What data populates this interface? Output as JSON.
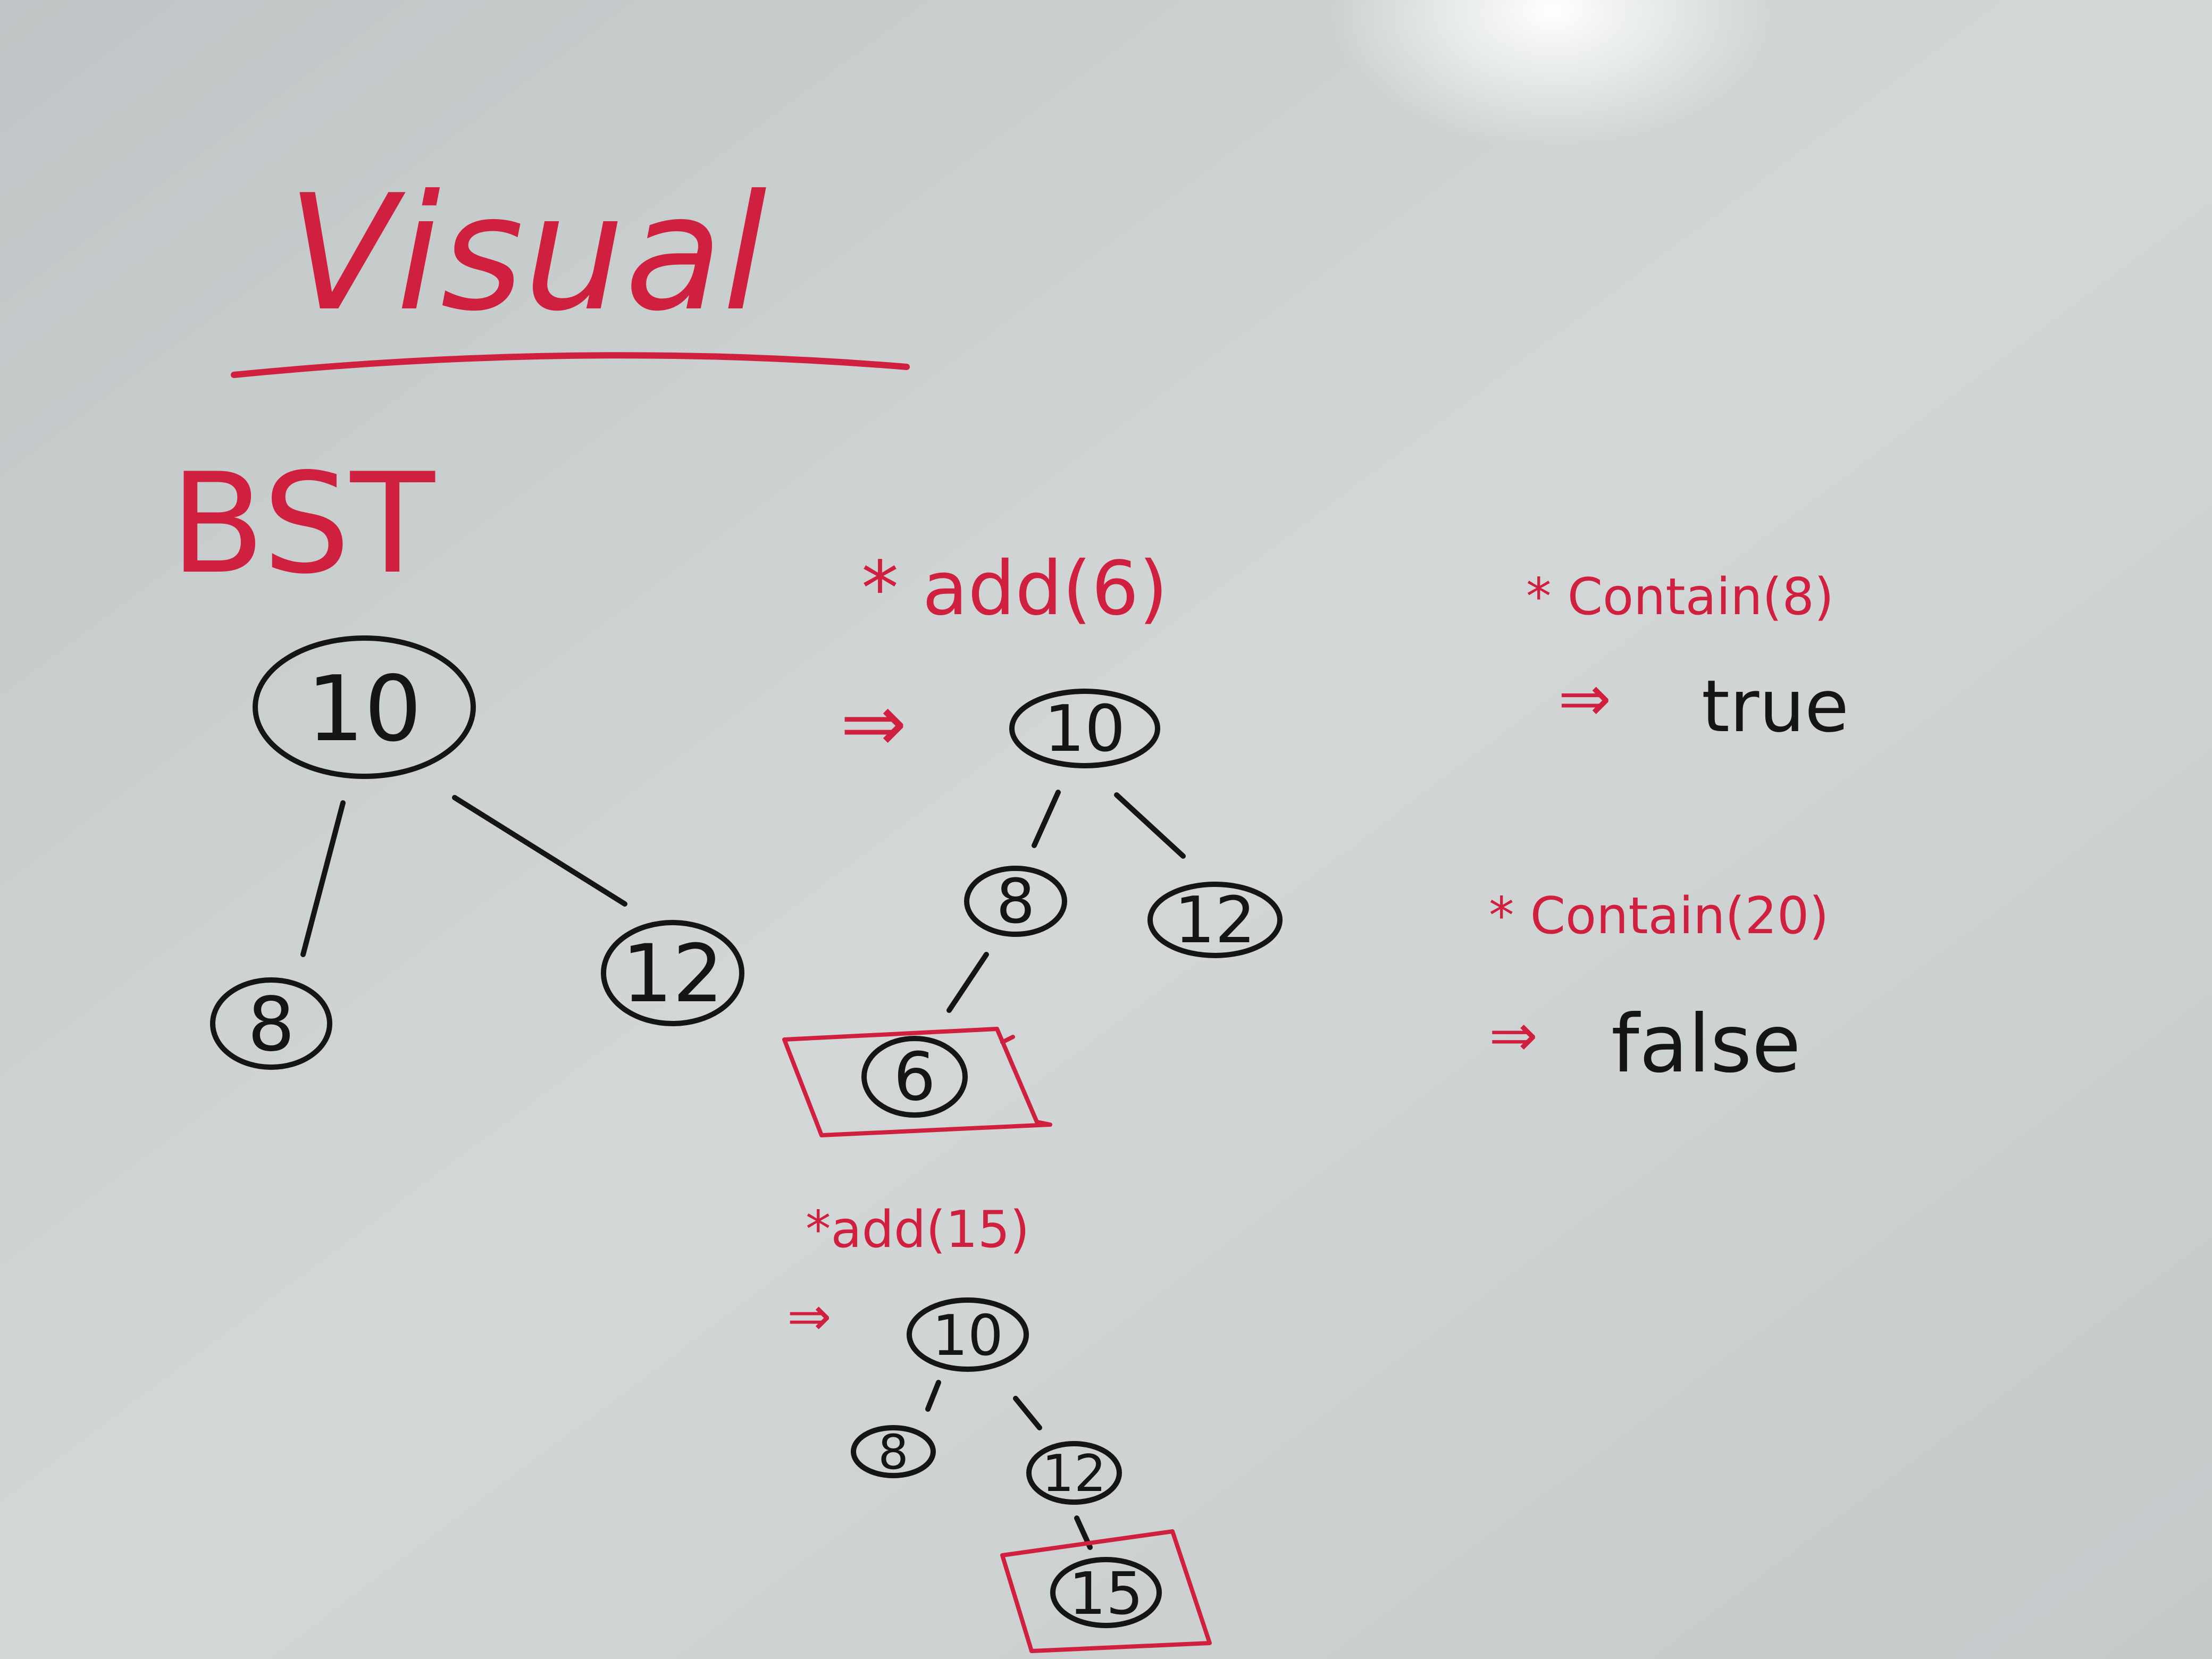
{
  "board": {
    "title": "Visual",
    "subtitle": "BST",
    "colors": {
      "board": "#c9cecf",
      "red_marker": "#d0203f",
      "black_marker": "#151515"
    }
  },
  "trees": [
    {
      "id": "original",
      "nodes": [
        {
          "id": "n10",
          "value": "10"
        },
        {
          "id": "n8",
          "value": "8"
        },
        {
          "id": "n12",
          "value": "12"
        }
      ],
      "edges": [
        {
          "from": "n10",
          "to": "n8"
        },
        {
          "id": "e1",
          "from": "n10",
          "to": "n12"
        }
      ]
    },
    {
      "id": "after-add-6",
      "operation": "* add(6)",
      "arrow": "⇒",
      "nodes": [
        {
          "id": "n10",
          "value": "10"
        },
        {
          "id": "n8",
          "value": "8"
        },
        {
          "id": "n12",
          "value": "12"
        },
        {
          "id": "n6",
          "value": "6",
          "highlighted": true
        }
      ],
      "edges": [
        {
          "from": "n10",
          "to": "n8"
        },
        {
          "from": "n10",
          "to": "n12"
        },
        {
          "from": "n8",
          "to": "n6"
        }
      ]
    },
    {
      "id": "after-add-15",
      "operation": "*add(15)",
      "arrow": "⇒",
      "nodes": [
        {
          "id": "n10",
          "value": "10"
        },
        {
          "id": "n8",
          "value": "8"
        },
        {
          "id": "n12",
          "value": "12"
        },
        {
          "id": "n15",
          "value": "15",
          "highlighted": true
        }
      ],
      "edges": [
        {
          "from": "n10",
          "to": "n8"
        },
        {
          "from": "n10",
          "to": "n12"
        },
        {
          "from": "n12",
          "to": "n15"
        }
      ]
    }
  ],
  "queries": [
    {
      "operation": "* Contain(8)",
      "arrow": "⇒",
      "result": "true"
    },
    {
      "operation": "* Contain(20)",
      "arrow": "⇒",
      "result": "false"
    }
  ]
}
